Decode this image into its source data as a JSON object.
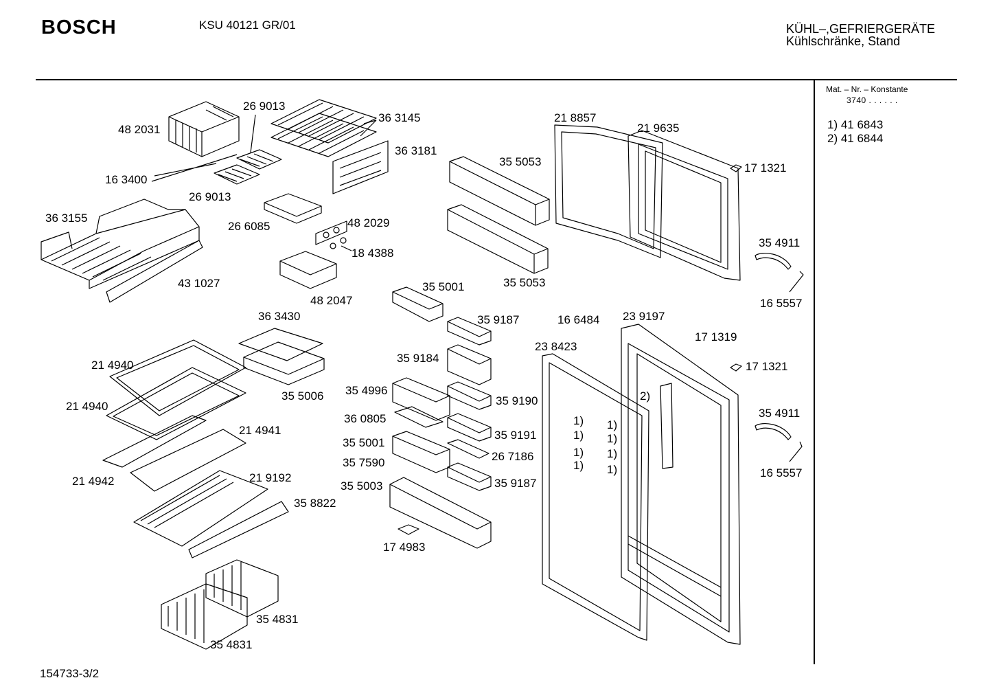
{
  "header": {
    "brand": "BOSCH",
    "model": "KSU 40121 GR/01",
    "category_line1": "KÜHL–,GEFRIERGERÄTE",
    "category_line2": "Kühlschränke, Stand"
  },
  "side_panel": {
    "mat_title": "Mat. – Nr. – Konstante",
    "mat_code": "3740 . . . . . .",
    "notes": [
      "1)  41 6843",
      "2)  41 6844"
    ]
  },
  "footer": {
    "sheet_number": "154733-3/2"
  },
  "part_labels": [
    "48 2031",
    "26 9013",
    "36 3145",
    "36 3181",
    "16 3400",
    "26 9013",
    "36 3155",
    "26 6085",
    "48 2029",
    "18 4388",
    "43 1027",
    "48 2047",
    "35 5053",
    "35 5053",
    "21 8857",
    "21 9635",
    "17 1321",
    "35 4911",
    "16 5557",
    "35 5001",
    "35 9187",
    "36 3430",
    "21 4940",
    "35 5006",
    "21 4940",
    "21 4941",
    "21 4942",
    "21 9192",
    "35 8822",
    "35 9184",
    "35 4996",
    "35 9190",
    "36 0805",
    "35 9191",
    "35 5001",
    "26 7186",
    "35 7590",
    "35 5003",
    "35 9187",
    "17 4983",
    "35 4831",
    "35 4831",
    "16 6484",
    "23 9197",
    "17 1319",
    "23 8423",
    "17 1321",
    "35 4911",
    "16 5557",
    "2)",
    "1)",
    "1)",
    "1)",
    "1)",
    "1)",
    "1)",
    "1)",
    "1)"
  ]
}
